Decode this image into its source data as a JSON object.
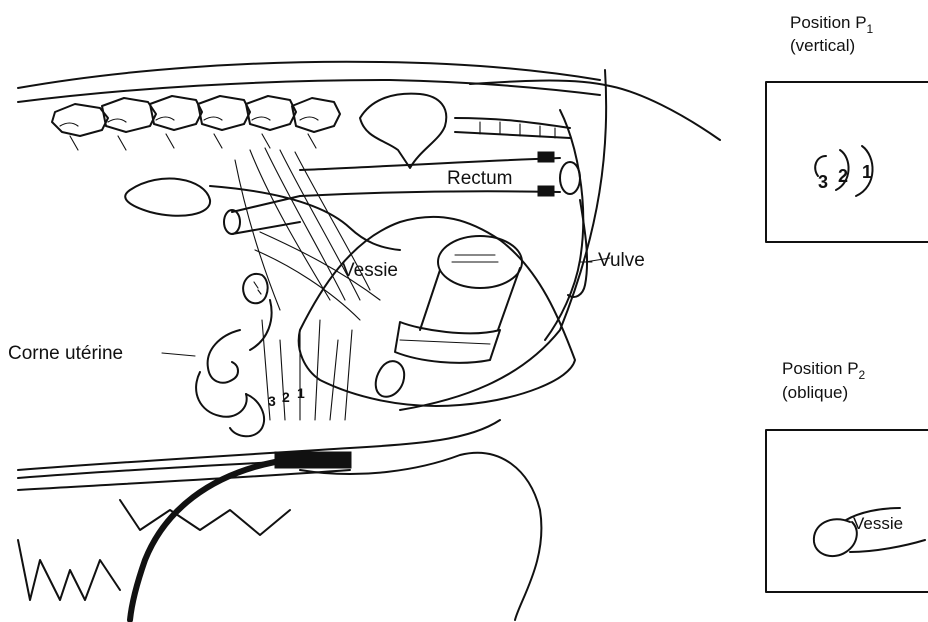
{
  "labels": {
    "rectum": "Rectum",
    "vulve": "Vulve",
    "vessie": "Vessie",
    "corne": "Corne utérine"
  },
  "markers": {
    "main": [
      "3",
      "2",
      "1"
    ],
    "p1": [
      "3",
      "2",
      "1"
    ]
  },
  "panel_p1": {
    "title": "Position P",
    "subscript": "1",
    "subtitle": "(vertical)"
  },
  "panel_p2": {
    "title": "Position P",
    "subscript": "2",
    "subtitle": "(oblique)",
    "inner_label": "Vessie"
  }
}
